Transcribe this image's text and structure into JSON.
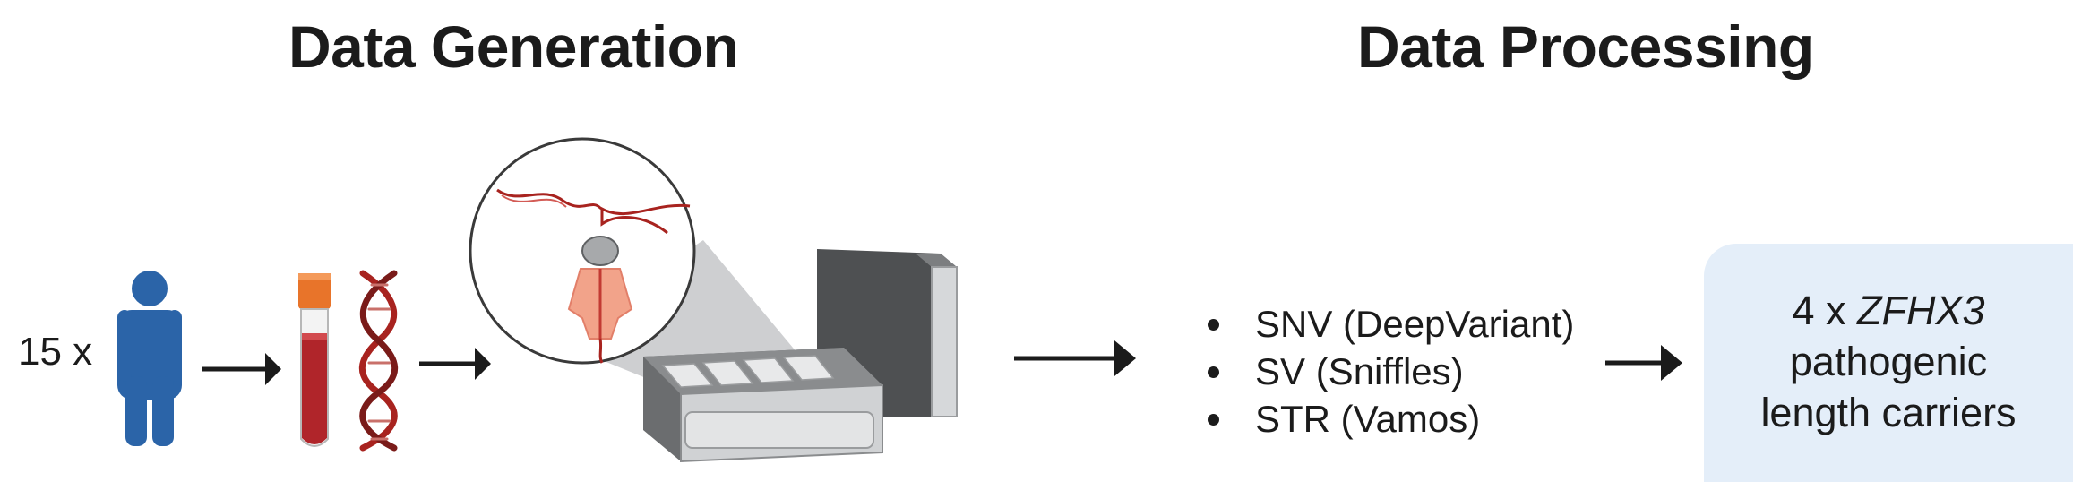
{
  "titles": {
    "generation": "Data Generation",
    "processing": "Data Processing"
  },
  "sample": {
    "count_label": "15 x"
  },
  "icons": {
    "person": "person-icon",
    "blood_tube": "blood-tube-icon",
    "dna": "dna-helix-icon",
    "nanopore": "nanopore-magnifier-icon",
    "sequencer": "sequencer-device-icon"
  },
  "outputs": [
    "SNV (DeepVariant)",
    "SV (Sniffles)",
    "STR (Vamos)"
  ],
  "result": {
    "prefix": "4 x ",
    "gene": "ZFHX3",
    "line2": "pathogenic",
    "line3": "length carriers"
  },
  "colors": {
    "person": "#2b64a8",
    "tube_cap": "#e8742a",
    "blood": "#b0252a",
    "dna": "#a8231f",
    "pore": "#f2a38a",
    "device_dark": "#5a5c5e",
    "device_light": "#d6d8da",
    "result_bg": "#e4eef9"
  }
}
